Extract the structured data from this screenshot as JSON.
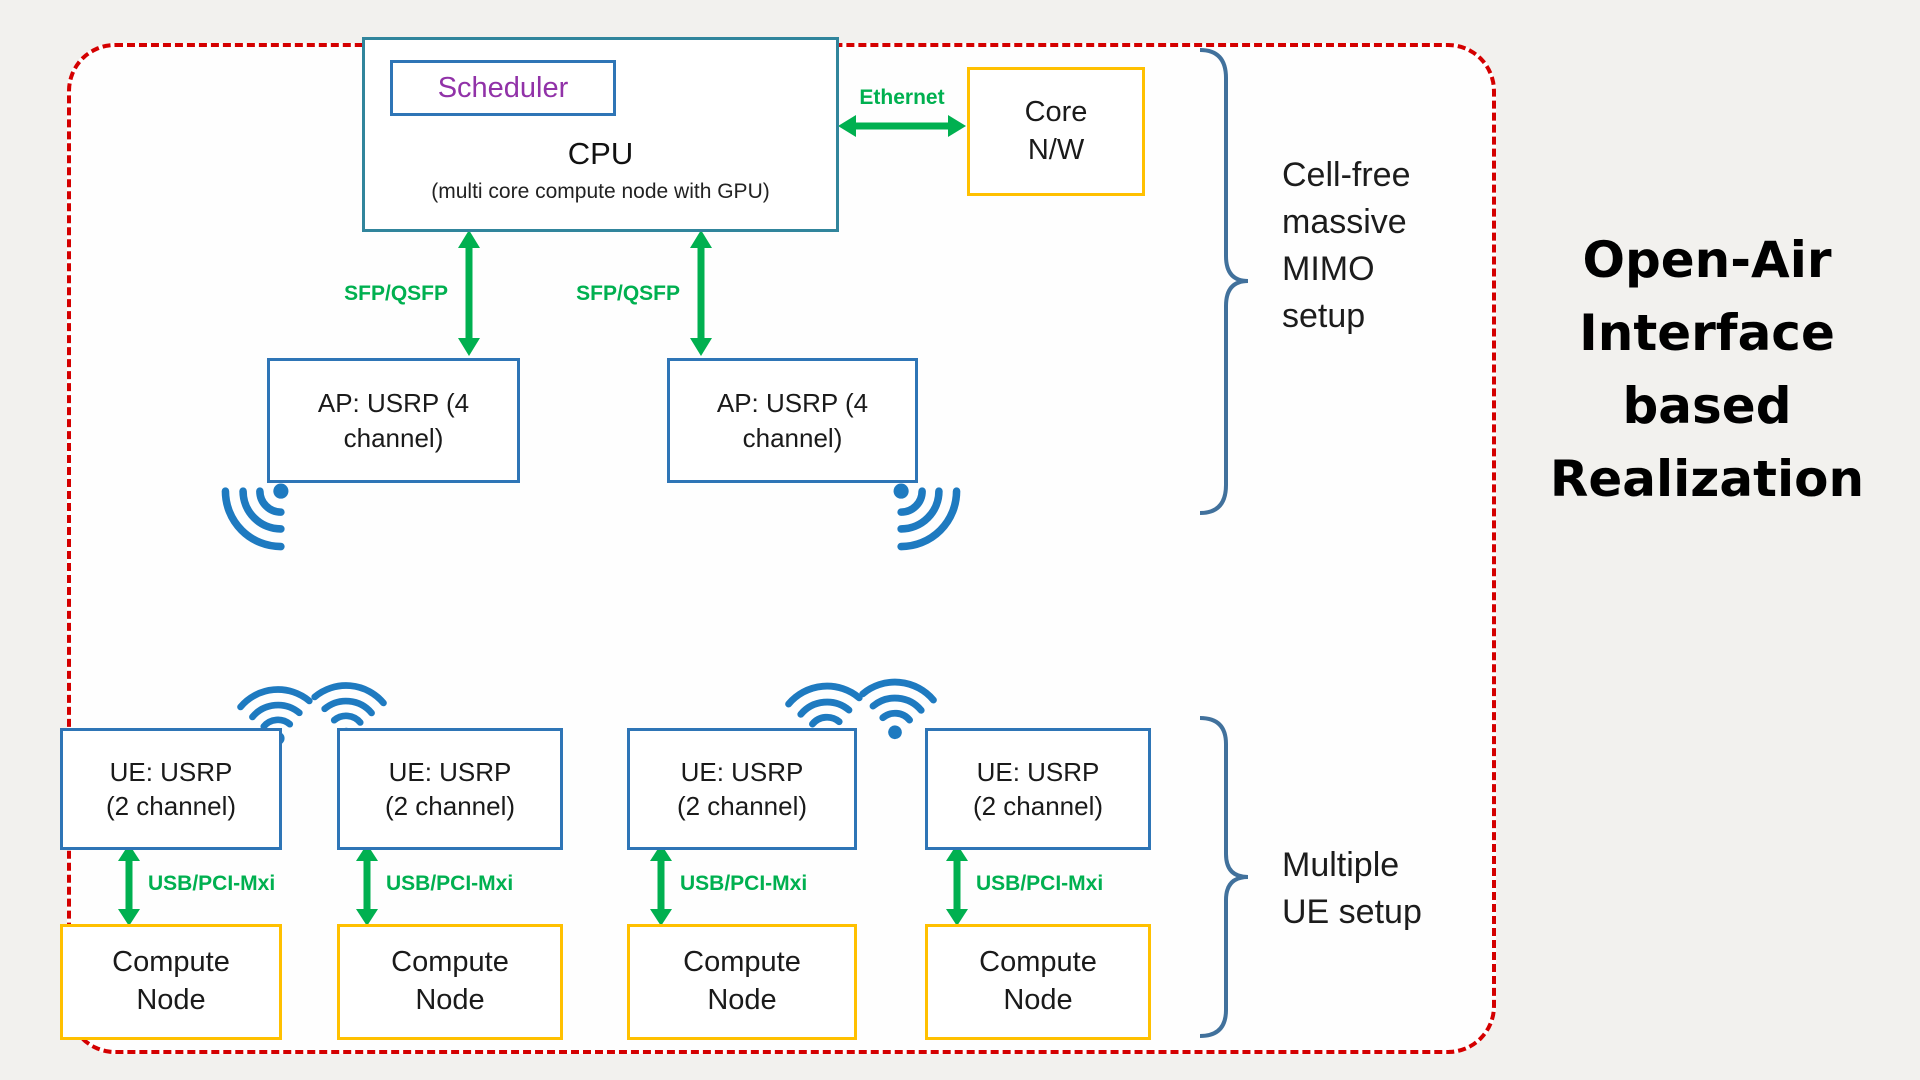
{
  "colors": {
    "frame_red": "#d40000",
    "box_blue": "#2e75b6",
    "cpu_teal": "#31859c",
    "box_yellow": "#ffc000",
    "arrow_green": "#00b050",
    "scheduler_purple": "#9132a8",
    "wifi_blue": "#1e7ac0",
    "brace_blue": "#41719c"
  },
  "cpu": {
    "scheduler_label": "Scheduler",
    "label": "CPU",
    "sublabel": "(multi core compute node with GPU)"
  },
  "core_network": {
    "line1": "Core",
    "line2": "N/W"
  },
  "connections": {
    "ethernet": "Ethernet",
    "sfp_left": "SFP/QSFP",
    "sfp_right": "SFP/QSFP",
    "usb_links": [
      "USB/PCI-Mxi",
      "USB/PCI-Mxi",
      "USB/PCI-Mxi",
      "USB/PCI-Mxi"
    ]
  },
  "access_points": [
    {
      "line1": "AP: USRP (4",
      "line2": "channel)"
    },
    {
      "line1": "AP: USRP (4",
      "line2": "channel)"
    }
  ],
  "user_equipments": [
    {
      "line1": "UE: USRP",
      "line2": "(2 channel)"
    },
    {
      "line1": "UE: USRP",
      "line2": "(2 channel)"
    },
    {
      "line1": "UE: USRP",
      "line2": "(2 channel)"
    },
    {
      "line1": "UE: USRP",
      "line2": "(2 channel)"
    }
  ],
  "compute_nodes": [
    {
      "line1": "Compute",
      "line2": "Node"
    },
    {
      "line1": "Compute",
      "line2": "Node"
    },
    {
      "line1": "Compute",
      "line2": "Node"
    },
    {
      "line1": "Compute",
      "line2": "Node"
    }
  ],
  "annotations": {
    "top_group_lines": [
      "Cell-free",
      "massive",
      "MIMO",
      "setup"
    ],
    "bottom_group_lines": [
      "Multiple",
      "UE setup"
    ]
  },
  "main_title_lines": [
    "Open-Air",
    "Interface",
    "based",
    "Realization"
  ]
}
